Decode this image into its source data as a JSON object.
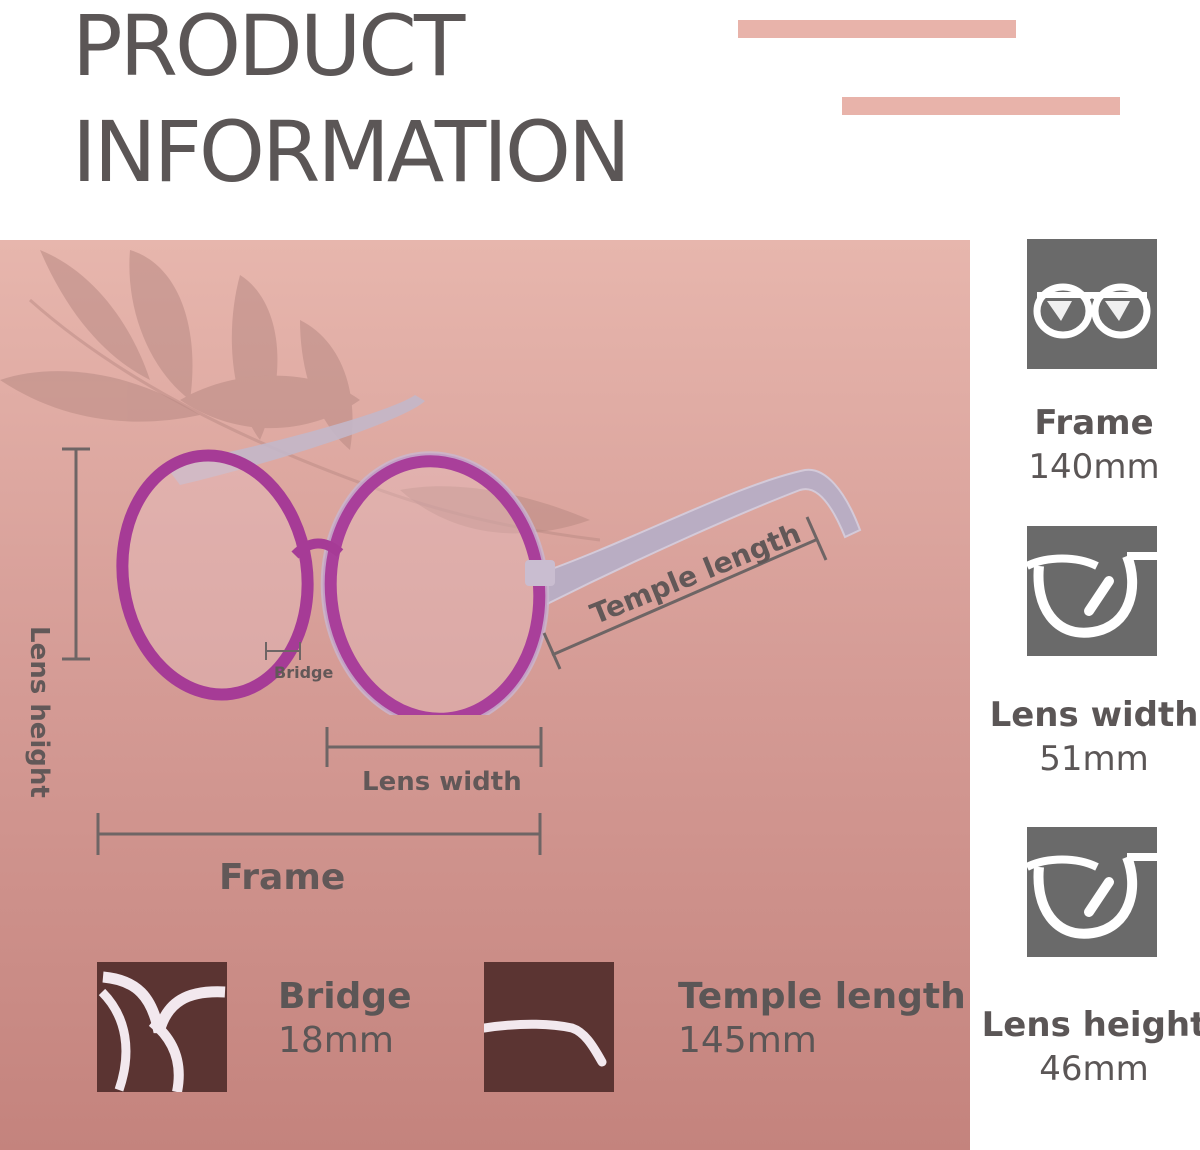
{
  "header": {
    "title_line1": "PRODUCT",
    "title_line2": "INFORMATION"
  },
  "colors": {
    "title_text": "#5b5656",
    "accent_bars": "#e8b3aa",
    "panel_top": "#e7b6ad",
    "panel_bottom": "#c4837d",
    "bottom_icon_bg": "#5b3432",
    "side_icon_bg": "#6a6a6a",
    "frame_color": "#a93f9a"
  },
  "diagram": {
    "bridge_label": "Bridge",
    "lens_width_label": "Lens width",
    "frame_label": "Frame",
    "temple_length_label": "Temple length",
    "lens_height_label": "Lens height"
  },
  "bottom_specs": [
    {
      "icon": "glasses-bridge-icon",
      "name": "Bridge",
      "value": "18mm"
    },
    {
      "icon": "glasses-temple-icon",
      "name": "Temple length",
      "value": "145mm"
    }
  ],
  "side_specs": [
    {
      "icon": "glasses-frame-icon",
      "name": "Frame",
      "value": "140mm"
    },
    {
      "icon": "lens-width-icon",
      "name": "Lens width",
      "value": "51mm"
    },
    {
      "icon": "lens-height-icon",
      "name": "Lens height",
      "value": "46mm"
    }
  ]
}
